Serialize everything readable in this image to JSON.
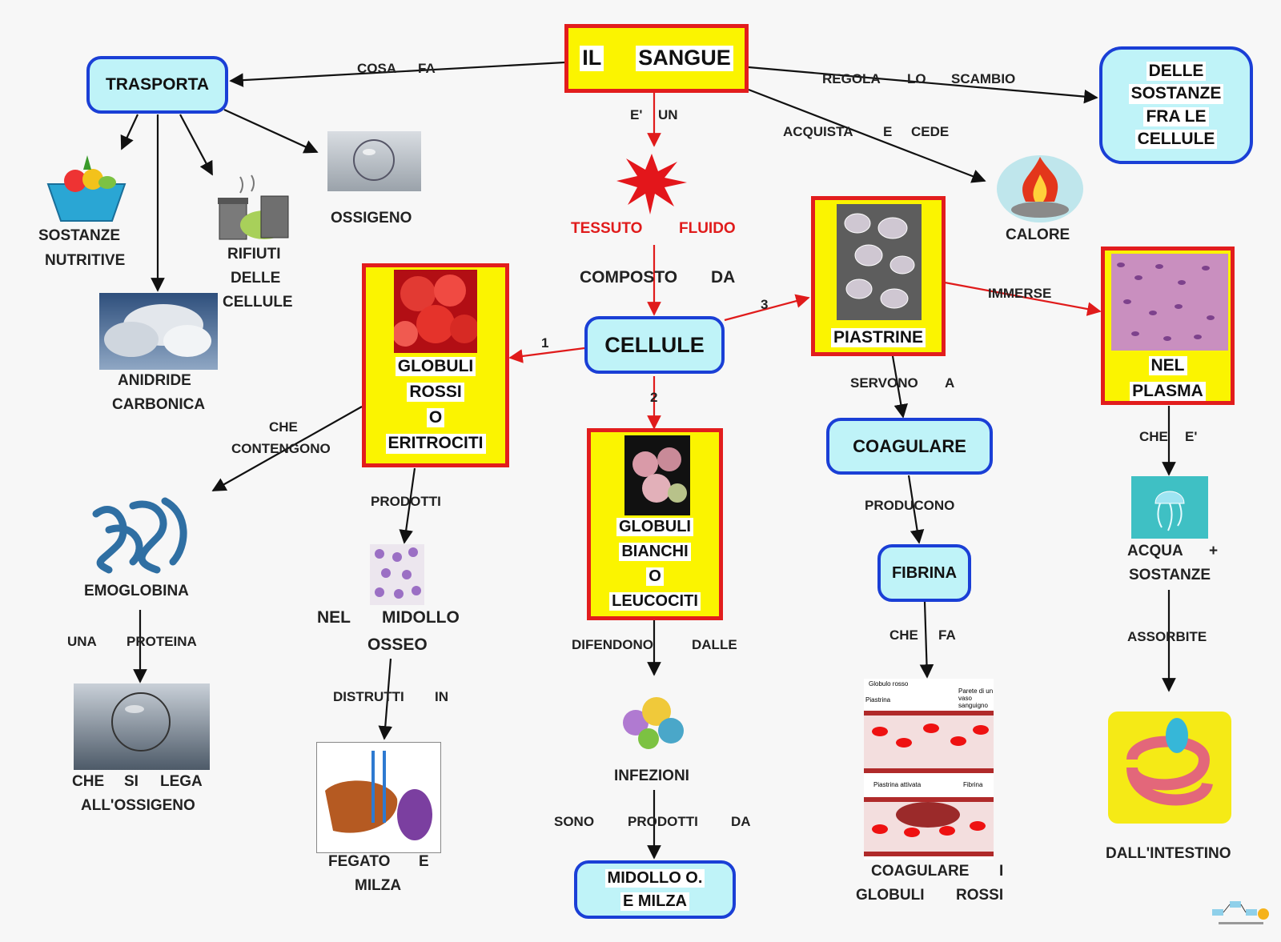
{
  "colors": {
    "cyan_box": "#bff3f8",
    "cyan_border": "#1a3fd6",
    "yellow_box": "#fbf400",
    "red_border": "#e21d1d",
    "red_arrow": "#e01b1b"
  },
  "root": {
    "w1": "IL",
    "w2": "SANGUE"
  },
  "trasporta": "TRASPORTA",
  "sostanze_box": [
    "DELLE",
    "SOSTANZE",
    "FRA    LE",
    "CELLULE"
  ],
  "links": {
    "cosa": "COSA",
    "fa": "FA",
    "regola": "REGOLA",
    "lo": "LO",
    "scambio": "SCAMBIO",
    "e": "E'",
    "un": "UN",
    "acquista": "ACQUISTA",
    "e2": "E",
    "cede": "CEDE",
    "immerse": "IMMERSE",
    "che_contengono_1": "CHE",
    "che_contengono_2": "CONTENGONO",
    "prodotti": "PRODOTTI",
    "servono": "SERVONO",
    "a": "A",
    "producono": "PRODUCONO",
    "che_fa_1": "CHE",
    "che_fa_2": "FA",
    "che_e_1": "CHE",
    "che_e_2": "E'",
    "assorbite": "ASSORBITE",
    "una": "UNA",
    "proteina": "PROTEINA",
    "distrutti": "DISTRUTTI",
    "in": "IN",
    "difendono": "DIFENDONO",
    "dalle": "DALLE",
    "sono": "SONO",
    "prodotti2": "PRODOTTI",
    "da": "DA",
    "n1": "1",
    "n2": "2",
    "n3": "3"
  },
  "labels": {
    "sostanze_nutritive": [
      "SOSTANZE",
      "NUTRITIVE"
    ],
    "rifiuti": [
      "RIFIUTI",
      "DELLE",
      "CELLULE"
    ],
    "ossigeno": "OSSIGENO",
    "anidride": [
      "ANIDRIDE",
      "CARBONICA"
    ],
    "calore": "CALORE",
    "tessuto": "TESSUTO",
    "fluido": "FLUIDO",
    "composto": "COMPOSTO",
    "composto_da": "DA",
    "emoglobina": "EMOGLOBINA",
    "che_si_lega": [
      "CHE",
      "SI",
      "LEGA"
    ],
    "all_ossigeno": "ALL'OSSIGENO",
    "nel_midollo": [
      "NEL",
      "MIDOLLO"
    ],
    "osseo": "OSSEO",
    "fegato": [
      "FEGATO",
      "E"
    ],
    "milza": "MILZA",
    "infezioni": "INFEZIONI",
    "acqua": [
      "ACQUA",
      "+"
    ],
    "sostanze": "SOSTANZE",
    "intestino": "DALL'INTESTINO",
    "coagulare_globuli": [
      "COAGULARE",
      "I"
    ],
    "globuli_rossi": [
      "GLOBULI",
      "ROSSI"
    ]
  },
  "cellule": "CELLULE",
  "globuli_rossi": [
    "GLOBULI",
    "ROSSI",
    "O",
    "ERITROCITI"
  ],
  "globuli_bianchi": [
    "GLOBULI",
    "BIANCHI",
    "O",
    "LEUCOCITI"
  ],
  "piastrine": "PIASTRINE",
  "plasma": [
    "NEL",
    "PLASMA"
  ],
  "coagulare": "COAGULARE",
  "fibrina": "FIBRINA",
  "midollo_box": [
    "MIDOLLO     O.",
    "E    MILZA"
  ],
  "mini_labels": {
    "globulo_rosso": "Globulo rosso",
    "piastrina": "Piastrina",
    "parete": "Parete di un vaso sanguigno",
    "piastrina_attivata": "Piastrina attivata",
    "fibrina": "Fibrina"
  }
}
